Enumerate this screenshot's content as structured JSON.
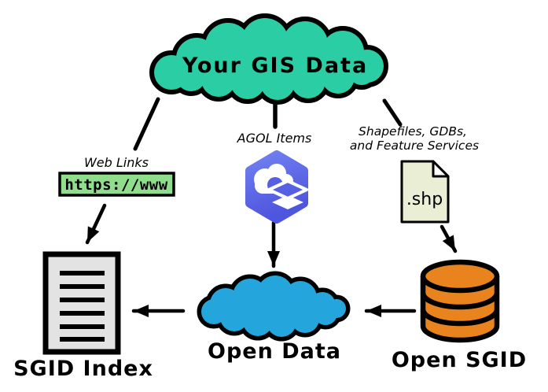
{
  "diagram_title": "GIS data flow diagram",
  "nodes": {
    "source": {
      "label": "Your GIS Data",
      "type": "cloud",
      "color": "#2BCEA4"
    },
    "web_links": {
      "caption": "Web Links",
      "chip_text": "https://www",
      "chip_color": "#90DE8D"
    },
    "agol": {
      "caption": "AGOL Items",
      "icon": "arcgis-online-icon",
      "color_top": "#7280F0",
      "color_bottom": "#4E55DE",
      "diamond_color": "#5560E3"
    },
    "shapefiles": {
      "caption_line1": "Shapefiles, GDBs,",
      "caption_line2": "and Feature Services",
      "file_ext": ".shp",
      "file_color": "#E9EED4"
    },
    "sgid_index": {
      "label": "SGID Index",
      "type": "document",
      "color": "#E3E3E3"
    },
    "open_data": {
      "label": "Open Data",
      "type": "cloud",
      "color": "#24A6DC"
    },
    "open_sgid": {
      "label": "Open SGID",
      "type": "database",
      "color": "#E8831D"
    }
  },
  "edges": [
    {
      "from": "source",
      "to": "web_links",
      "arrow": false
    },
    {
      "from": "source",
      "to": "agol",
      "arrow": false
    },
    {
      "from": "source",
      "to": "shapefiles",
      "arrow": false
    },
    {
      "from": "web_links",
      "to": "sgid_index",
      "arrow": true
    },
    {
      "from": "agol",
      "to": "open_data",
      "arrow": true
    },
    {
      "from": "shapefiles",
      "to": "open_sgid",
      "arrow": true
    },
    {
      "from": "open_data",
      "to": "sgid_index",
      "arrow": true
    },
    {
      "from": "open_sgid",
      "to": "open_data",
      "arrow": true
    }
  ]
}
